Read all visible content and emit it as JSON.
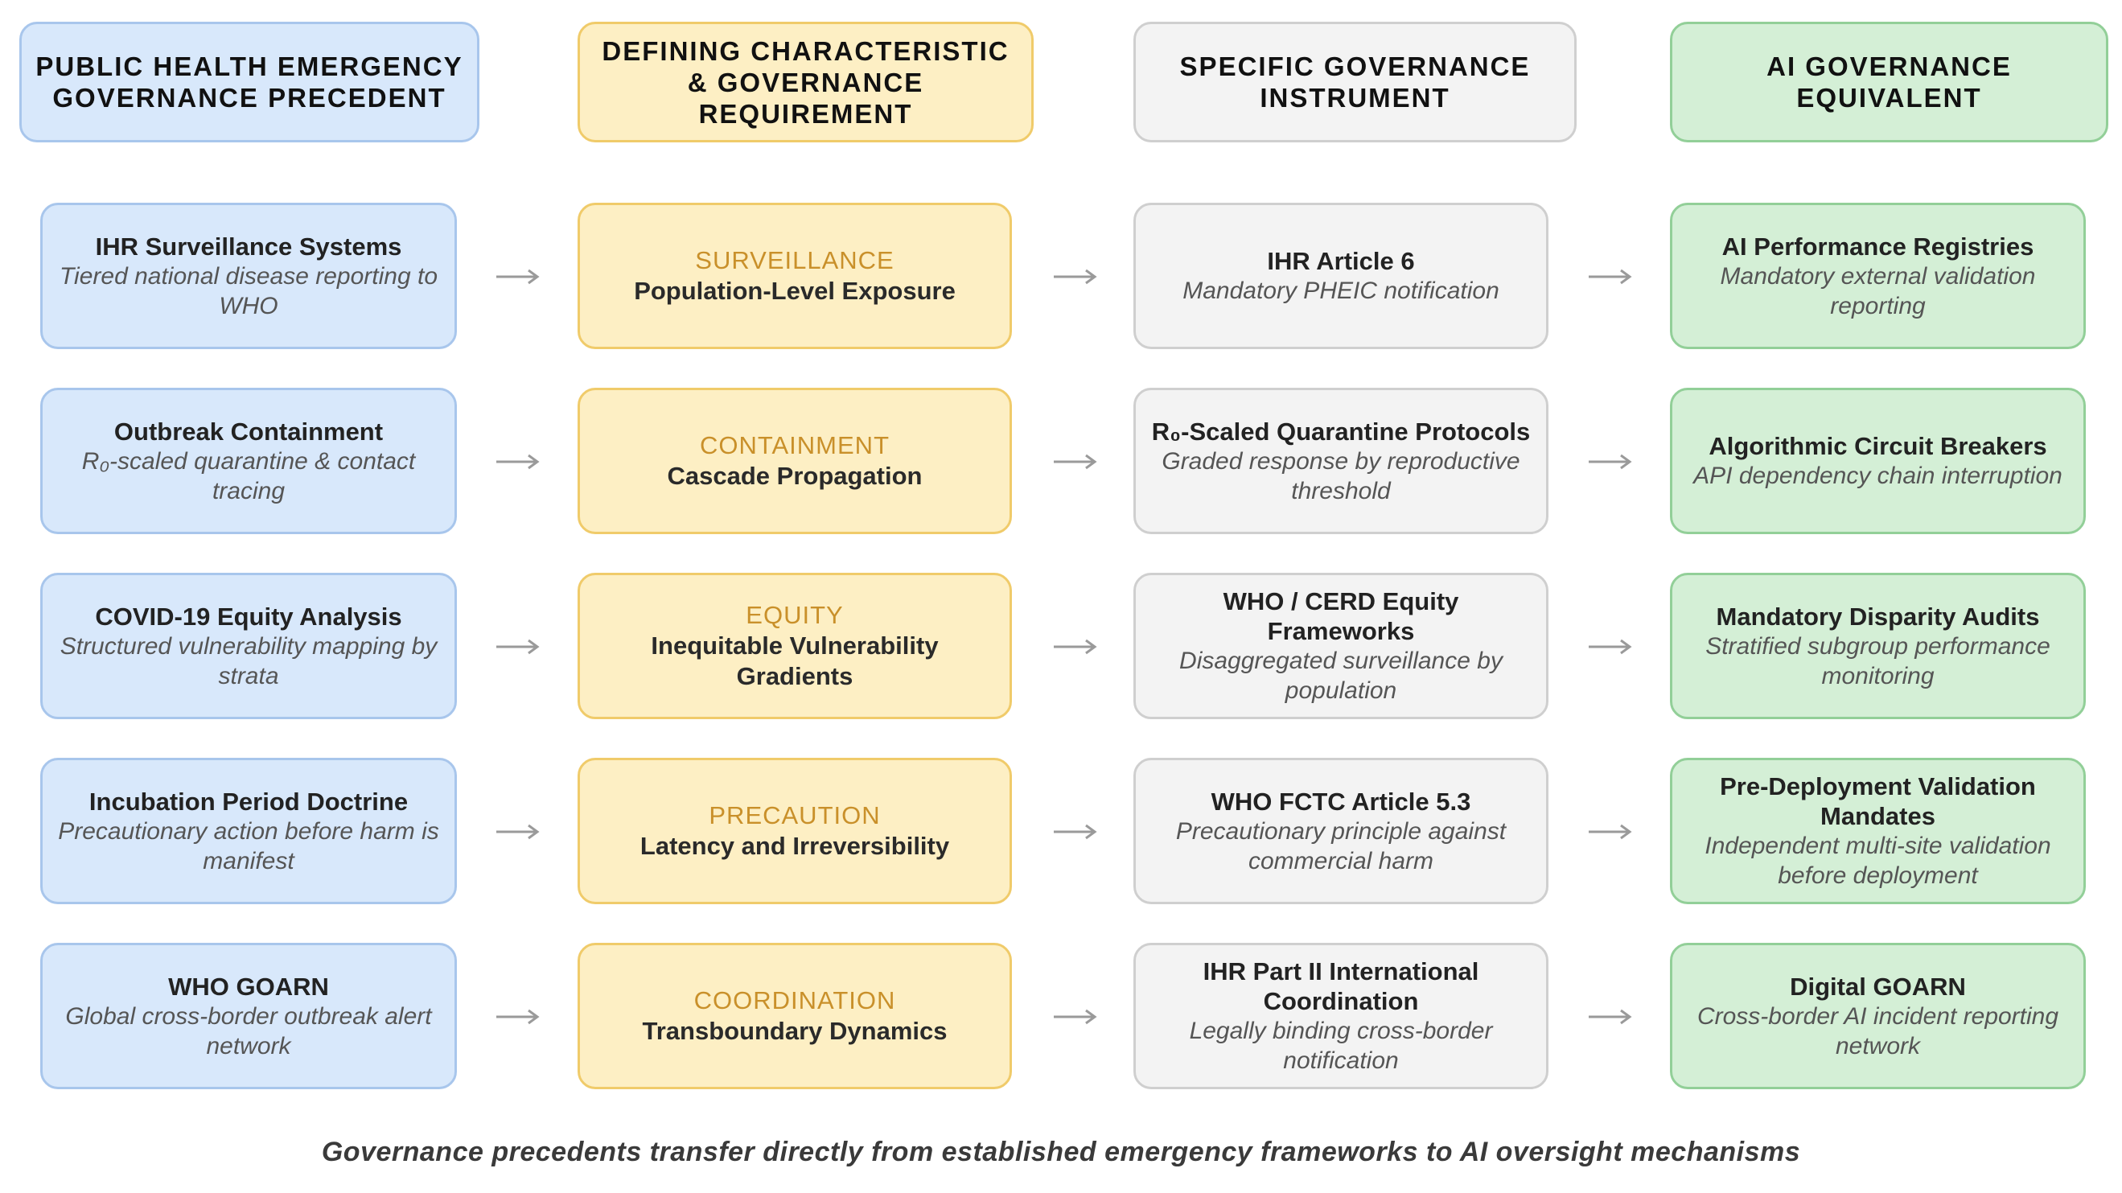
{
  "headers": [
    {
      "line1": "PUBLIC HEALTH EMERGENCY",
      "line2": "GOVERNANCE PRECEDENT"
    },
    {
      "line1": "DEFINING CHARACTERISTIC",
      "line2": "& GOVERNANCE REQUIREMENT"
    },
    {
      "line1": "SPECIFIC GOVERNANCE",
      "line2": "INSTRUMENT"
    },
    {
      "line1": "AI GOVERNANCE",
      "line2": "EQUIVALENT"
    }
  ],
  "rows": [
    {
      "precedent": {
        "title": "IHR Surveillance Systems",
        "desc": "Tiered national disease reporting to WHO"
      },
      "characteristic": {
        "category": "SURVEILLANCE",
        "requirement": "Population-Level Exposure"
      },
      "instrument": {
        "title": "IHR Article 6",
        "desc": "Mandatory PHEIC notification"
      },
      "ai": {
        "title": "AI Performance Registries",
        "desc": "Mandatory external validation reporting"
      }
    },
    {
      "precedent": {
        "title": "Outbreak Containment",
        "desc": "R₀-scaled quarantine & contact tracing"
      },
      "characteristic": {
        "category": "CONTAINMENT",
        "requirement": "Cascade Propagation"
      },
      "instrument": {
        "title": "R₀-Scaled Quarantine Protocols",
        "desc": "Graded response by reproductive threshold"
      },
      "ai": {
        "title": "Algorithmic Circuit Breakers",
        "desc": "API dependency chain interruption"
      }
    },
    {
      "precedent": {
        "title": "COVID-19 Equity Analysis",
        "desc": "Structured vulnerability mapping by strata"
      },
      "characteristic": {
        "category": "EQUITY",
        "requirement": "Inequitable Vulnerability Gradients"
      },
      "instrument": {
        "title": "WHO / CERD Equity Frameworks",
        "desc": "Disaggregated surveillance by population"
      },
      "ai": {
        "title": "Mandatory Disparity Audits",
        "desc": "Stratified subgroup performance monitoring"
      }
    },
    {
      "precedent": {
        "title": "Incubation Period Doctrine",
        "desc": "Precautionary action before harm is manifest"
      },
      "characteristic": {
        "category": "PRECAUTION",
        "requirement": "Latency and Irreversibility"
      },
      "instrument": {
        "title": "WHO FCTC Article 5.3",
        "desc": "Precautionary principle against commercial harm"
      },
      "ai": {
        "title": "Pre-Deployment Validation Mandates",
        "desc": "Independent multi-site validation before deployment"
      }
    },
    {
      "precedent": {
        "title": "WHO GOARN",
        "desc": "Global cross-border outbreak alert network"
      },
      "characteristic": {
        "category": "COORDINATION",
        "requirement": "Transboundary Dynamics"
      },
      "instrument": {
        "title": "IHR Part II International Coordination",
        "desc": "Legally binding cross-border notification"
      },
      "ai": {
        "title": "Digital GOARN",
        "desc": "Cross-border AI incident reporting network"
      }
    }
  ],
  "caption": "Governance precedents transfer directly from established emergency frameworks to AI oversight mechanisms",
  "colors": {
    "blue_fill": "#d8e8fb",
    "yellow_fill": "#fdefc4",
    "grey_fill": "#f3f3f3",
    "green_fill": "#d4efd6",
    "category_text": "#c9902a",
    "arrow": "#9a9a9a"
  }
}
